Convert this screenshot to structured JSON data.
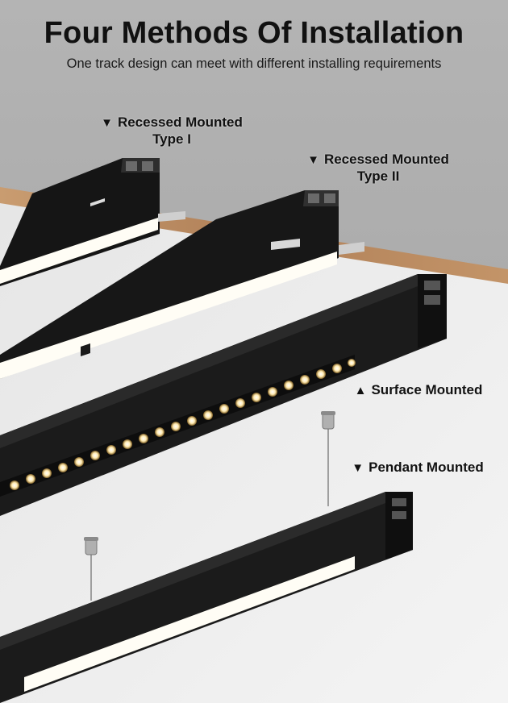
{
  "header": {
    "title": "Four Methods Of Installation",
    "subtitle": "One track design can meet with different installing requirements"
  },
  "labels": {
    "recessed_type1": {
      "marker": "▼",
      "line1": "Recessed Mounted",
      "line2": "Type I"
    },
    "recessed_type2": {
      "marker": "▼",
      "line1": "Recessed Mounted",
      "line2": "Type II"
    },
    "surface": {
      "marker": "▲",
      "line1": "Surface Mounted"
    },
    "pendant": {
      "marker": "▼",
      "line1": "Pendant Mounted"
    }
  },
  "colors": {
    "wall": "#a6a6a6",
    "ceiling": "#efefef",
    "wood": "#b98a60",
    "track": "#1c1c1c",
    "light": "#fffdf5",
    "accent_led": "#ffe6a0"
  }
}
